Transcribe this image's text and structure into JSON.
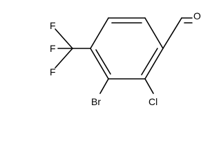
{
  "molecule": {
    "atoms": {
      "o": "O",
      "f_top": "F",
      "f_left": "F",
      "f_bottom": "F",
      "br": "Br",
      "cl": "Cl"
    }
  }
}
